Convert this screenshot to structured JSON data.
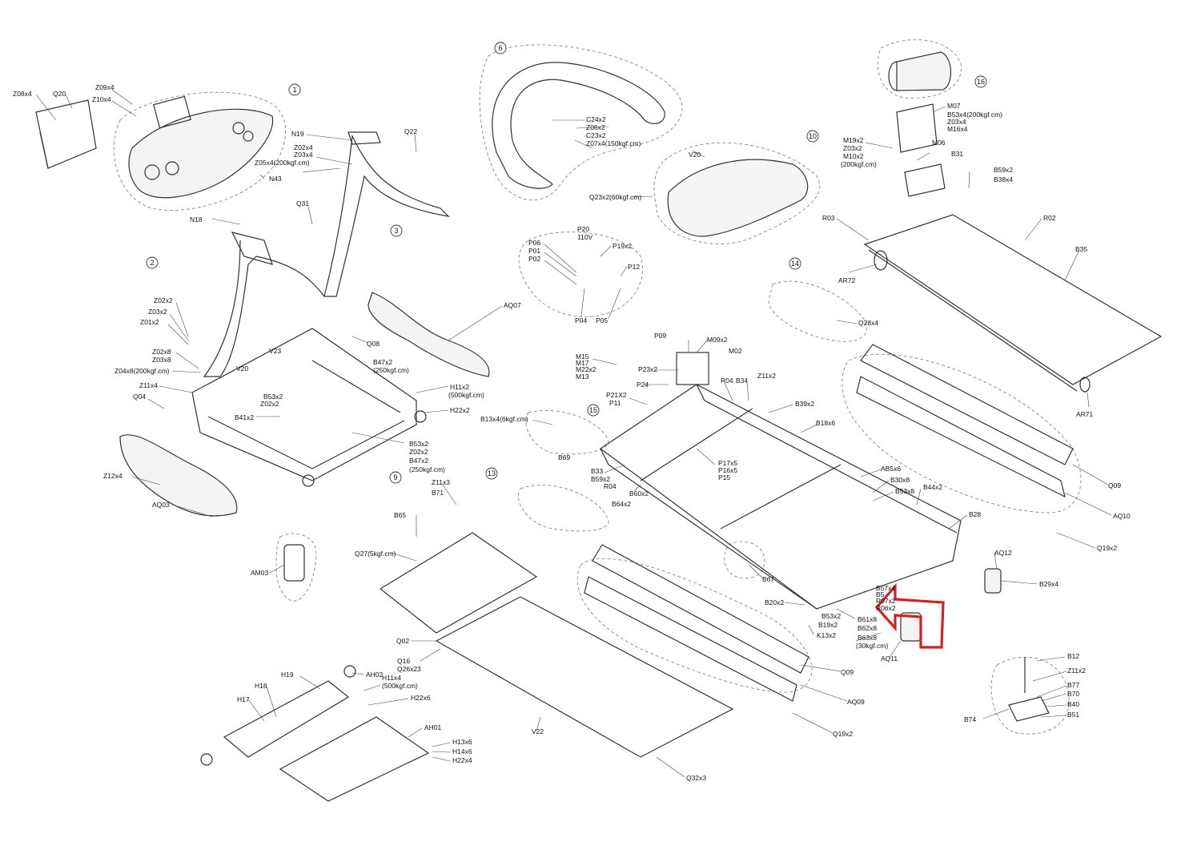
{
  "diagram": {
    "labels": [
      {
        "id": "z08x4",
        "text": "Z08x4"
      },
      {
        "id": "q20",
        "text": "Q20"
      },
      {
        "id": "z09x4",
        "text": "Z09x4"
      },
      {
        "id": "z10x4",
        "text": "Z10x4"
      },
      {
        "id": "n19",
        "text": "N19"
      },
      {
        "id": "z02x4",
        "text": "Z02x4"
      },
      {
        "id": "z03x4a",
        "text": "Z03x4"
      },
      {
        "id": "z05x4",
        "text": "Z05x4(200kgf.cm)"
      },
      {
        "id": "n43",
        "text": "N43"
      },
      {
        "id": "q22",
        "text": "Q22"
      },
      {
        "id": "n18",
        "text": "N18"
      },
      {
        "id": "q31",
        "text": "Q31"
      },
      {
        "id": "z02x2",
        "text": "Z02x2"
      },
      {
        "id": "z03x2",
        "text": "Z03x2"
      },
      {
        "id": "z01x2",
        "text": "Z01x2"
      },
      {
        "id": "z02x8",
        "text": "Z02x8"
      },
      {
        "id": "z03x8",
        "text": "Z03x8"
      },
      {
        "id": "z04x8",
        "text": "Z04x8(200kgf.cm)"
      },
      {
        "id": "z11x4a",
        "text": "Z11x4"
      },
      {
        "id": "q04",
        "text": "Q04"
      },
      {
        "id": "v20a",
        "text": "V20"
      },
      {
        "id": "v23",
        "text": "V23"
      },
      {
        "id": "q08",
        "text": "Q08"
      },
      {
        "id": "aq07",
        "text": "AQ07"
      },
      {
        "id": "b47x2a",
        "text": "B47x2"
      },
      {
        "id": "b47x2a_t",
        "text": "(250kgf.cm)"
      },
      {
        "id": "h11x2",
        "text": "H11x2"
      },
      {
        "id": "h11x2_t",
        "text": "(500kgf.cm)"
      },
      {
        "id": "h22x2",
        "text": "H22x2"
      },
      {
        "id": "b53x2a",
        "text": "B53x2"
      },
      {
        "id": "z02x2b",
        "text": "Z02x2"
      },
      {
        "id": "b41x2",
        "text": "B41x2"
      },
      {
        "id": "b53x2b",
        "text": "B53x2"
      },
      {
        "id": "z02x2c",
        "text": "Z02x2"
      },
      {
        "id": "b47x2b",
        "text": "B47x2"
      },
      {
        "id": "b47x2b_t",
        "text": "(250kgf.cm)"
      },
      {
        "id": "z12x4",
        "text": "Z12x4"
      },
      {
        "id": "aq03",
        "text": "AQ03"
      },
      {
        "id": "c24x2",
        "text": "C24x2"
      },
      {
        "id": "z06x2",
        "text": "Z06x2"
      },
      {
        "id": "c23x2",
        "text": "C23x2"
      },
      {
        "id": "z07x4",
        "text": "Z07x4(150kgf.cm)"
      },
      {
        "id": "v20b",
        "text": "V20"
      },
      {
        "id": "q23x2",
        "text": "Q23x2(60kgf.cm)"
      },
      {
        "id": "p20",
        "text": "P20"
      },
      {
        "id": "p20v",
        "text": "110V"
      },
      {
        "id": "p06",
        "text": "P06"
      },
      {
        "id": "p01",
        "text": "P01"
      },
      {
        "id": "p02",
        "text": "P02"
      },
      {
        "id": "p19x2",
        "text": "P19x2"
      },
      {
        "id": "p12",
        "text": "P12"
      },
      {
        "id": "p04",
        "text": "P04"
      },
      {
        "id": "p05",
        "text": "P05"
      },
      {
        "id": "m07",
        "text": "M07"
      },
      {
        "id": "b53x4",
        "text": "B53x4(200kgf.cm)"
      },
      {
        "id": "z03x4b",
        "text": "Z03x4"
      },
      {
        "id": "m16x4",
        "text": "M16x4"
      },
      {
        "id": "m19x2",
        "text": "M19x2"
      },
      {
        "id": "z03x2b",
        "text": "Z03x2"
      },
      {
        "id": "m10x2",
        "text": "M10x2"
      },
      {
        "id": "m10x2_t",
        "text": "(200kgf.cm)"
      },
      {
        "id": "m06",
        "text": "M06"
      },
      {
        "id": "b31",
        "text": "B31"
      },
      {
        "id": "b59x2a",
        "text": "B59x2"
      },
      {
        "id": "b38x4",
        "text": "B38x4"
      },
      {
        "id": "r03",
        "text": "R03"
      },
      {
        "id": "r02",
        "text": "R02"
      },
      {
        "id": "ar72",
        "text": "AR72"
      },
      {
        "id": "b35",
        "text": "B35"
      },
      {
        "id": "ar71",
        "text": "AR71"
      },
      {
        "id": "q28x4",
        "text": "Q28x4"
      },
      {
        "id": "p09",
        "text": "P09"
      },
      {
        "id": "m09x2",
        "text": "M09x2"
      },
      {
        "id": "m02",
        "text": "M02"
      },
      {
        "id": "m15",
        "text": "M15"
      },
      {
        "id": "m17",
        "text": "M17"
      },
      {
        "id": "m22x2",
        "text": "M22x2"
      },
      {
        "id": "m13",
        "text": "M13"
      },
      {
        "id": "p23x2",
        "text": "P23x2"
      },
      {
        "id": "p24",
        "text": "P24"
      },
      {
        "id": "p21x2",
        "text": "P21X2"
      },
      {
        "id": "p11",
        "text": "P11"
      },
      {
        "id": "r04a",
        "text": "R04"
      },
      {
        "id": "b34",
        "text": "B34"
      },
      {
        "id": "z11x2a",
        "text": "Z11x2"
      },
      {
        "id": "b39x2",
        "text": "B39x2"
      },
      {
        "id": "b18x6",
        "text": "B18x6"
      },
      {
        "id": "b13x4",
        "text": "B13x4(6kgf.cm)"
      },
      {
        "id": "b69",
        "text": "B69"
      },
      {
        "id": "b33",
        "text": "B33"
      },
      {
        "id": "b59x2b",
        "text": "B59x2"
      },
      {
        "id": "r04b",
        "text": "R04"
      },
      {
        "id": "b60x2",
        "text": "B60x2"
      },
      {
        "id": "b64x2",
        "text": "B64x2"
      },
      {
        "id": "p17x5",
        "text": "P17x5"
      },
      {
        "id": "p16x5",
        "text": "P16x5"
      },
      {
        "id": "p15",
        "text": "P15"
      },
      {
        "id": "ab5x6",
        "text": "AB5x6"
      },
      {
        "id": "b30x8",
        "text": "B30x8"
      },
      {
        "id": "b53x8",
        "text": "B53x8"
      },
      {
        "id": "b44x2",
        "text": "B44x2"
      },
      {
        "id": "b28",
        "text": "B28"
      },
      {
        "id": "q09a",
        "text": "Q09"
      },
      {
        "id": "aq10",
        "text": "AQ10"
      },
      {
        "id": "q19x2a",
        "text": "Q19x2"
      },
      {
        "id": "aq12",
        "text": "AQ12"
      },
      {
        "id": "b29x4",
        "text": "B29x4"
      },
      {
        "id": "b67",
        "text": "B67"
      },
      {
        "id": "b57x4",
        "text": "B57x4"
      },
      {
        "id": "b58",
        "text": "B5"
      },
      {
        "id": "r07x2",
        "text": "R07x2"
      },
      {
        "id": "r06x2",
        "text": "R06x2"
      },
      {
        "id": "b20x2",
        "text": "B20x2"
      },
      {
        "id": "b53x2c",
        "text": "B53x2"
      },
      {
        "id": "b19x2",
        "text": "B19x2"
      },
      {
        "id": "k13x2",
        "text": "K13x2"
      },
      {
        "id": "b61x8",
        "text": "B61x8"
      },
      {
        "id": "b62x8",
        "text": "B62x8"
      },
      {
        "id": "b63x8",
        "text": "B63x8"
      },
      {
        "id": "b63x8_t",
        "text": "(30kgf.cm)"
      },
      {
        "id": "aq11",
        "text": "AQ11"
      },
      {
        "id": "q09b",
        "text": "Q09"
      },
      {
        "id": "aq09",
        "text": "AQ09"
      },
      {
        "id": "q19x2b",
        "text": "Q19x2"
      },
      {
        "id": "z11x3",
        "text": "Z11x3"
      },
      {
        "id": "b71",
        "text": "B71"
      },
      {
        "id": "b65",
        "text": "B65"
      },
      {
        "id": "q27",
        "text": "Q27(5kgf.cm)"
      },
      {
        "id": "am03",
        "text": "AM03"
      },
      {
        "id": "q02",
        "text": "Q02"
      },
      {
        "id": "q16",
        "text": "Q16"
      },
      {
        "id": "q26x23",
        "text": "Q26x23"
      },
      {
        "id": "v22",
        "text": "V22"
      },
      {
        "id": "q32x3",
        "text": "Q32x3"
      },
      {
        "id": "h19",
        "text": "H19"
      },
      {
        "id": "ah02",
        "text": "AH02"
      },
      {
        "id": "h18",
        "text": "H18"
      },
      {
        "id": "h17",
        "text": "H17"
      },
      {
        "id": "h11x4",
        "text": "H11x4"
      },
      {
        "id": "h11x4_t",
        "text": "(500kgf.cm)"
      },
      {
        "id": "h22x6",
        "text": "H22x6"
      },
      {
        "id": "ah01",
        "text": "AH01"
      },
      {
        "id": "h13x6",
        "text": "H13x6"
      },
      {
        "id": "h14x6",
        "text": "H14x6"
      },
      {
        "id": "h22x4",
        "text": "H22x4"
      },
      {
        "id": "b12",
        "text": "B12"
      },
      {
        "id": "z11x2b",
        "text": "Z11x2"
      },
      {
        "id": "b77",
        "text": "B77"
      },
      {
        "id": "b70",
        "text": "B70"
      },
      {
        "id": "b40",
        "text": "B40"
      },
      {
        "id": "b51",
        "text": "B51"
      },
      {
        "id": "b74",
        "text": "B74"
      }
    ],
    "callouts": [
      {
        "id": "c1",
        "text": "1"
      },
      {
        "id": "c2",
        "text": "2"
      },
      {
        "id": "c3",
        "text": "3"
      },
      {
        "id": "c6",
        "text": "6"
      },
      {
        "id": "c9",
        "text": "9"
      },
      {
        "id": "c10",
        "text": "10"
      },
      {
        "id": "c13",
        "text": "13"
      },
      {
        "id": "c14",
        "text": "14"
      },
      {
        "id": "c15",
        "text": "15"
      },
      {
        "id": "c16",
        "text": "16"
      }
    ],
    "colors": {
      "highlight_arrow": "#d42020",
      "line": "#333333",
      "group_outline": "#888888"
    }
  }
}
